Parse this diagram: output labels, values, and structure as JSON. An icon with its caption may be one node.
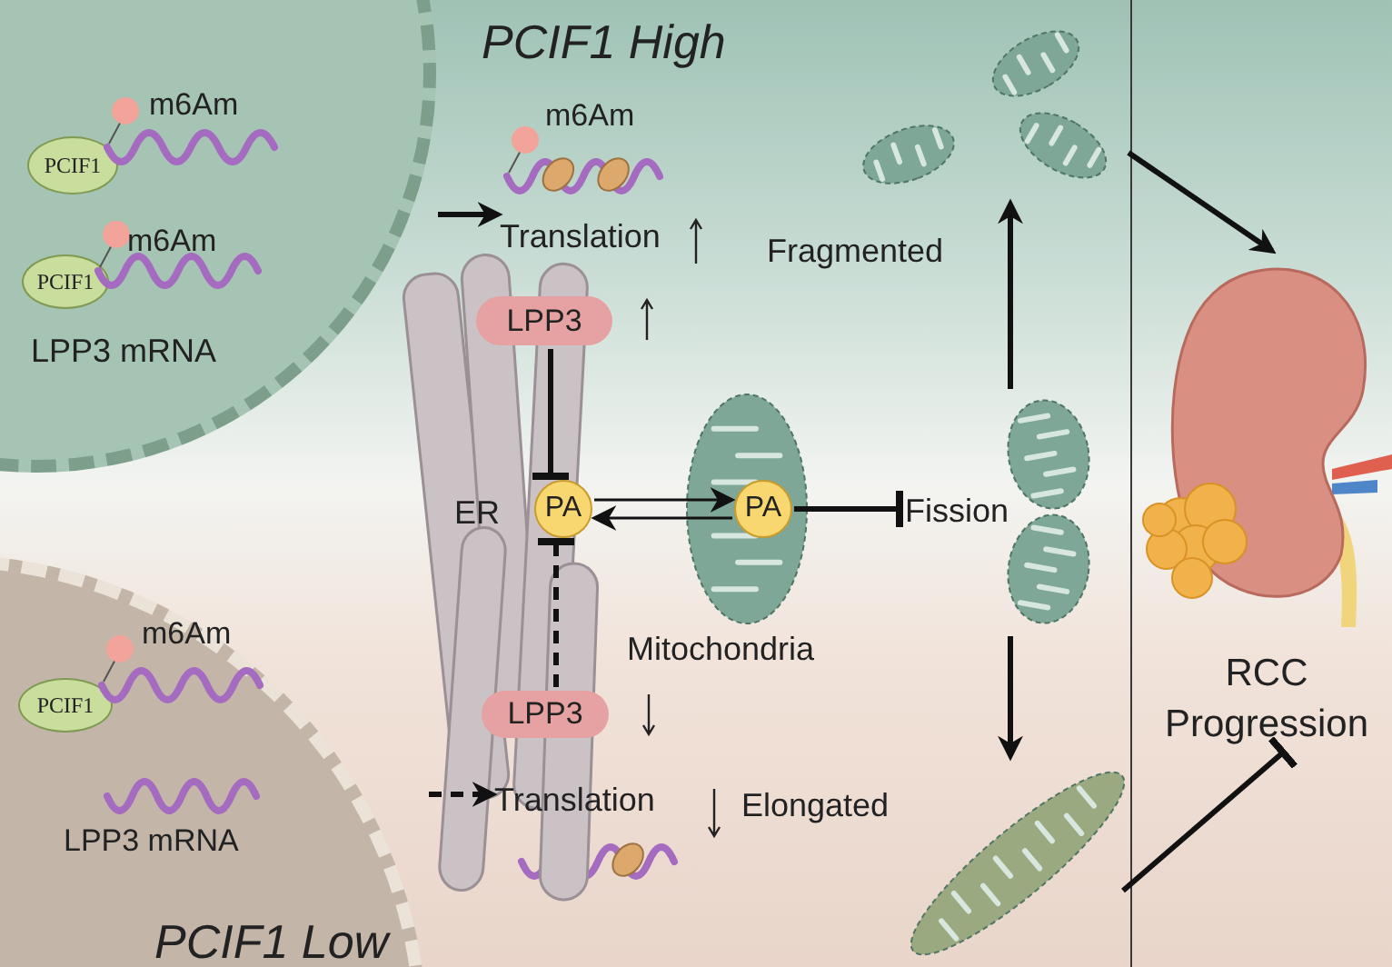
{
  "diagram": {
    "nodes": [
      {
        "text": [
          "PCIF1 High"
        ]
      },
      {
        "text": [
          "PCIF1"
        ],
        "in": 0
      },
      {
        "text": [
          "PCIF1"
        ],
        "in": 0,
        "beside": [
          "LPP3 mRNA"
        ]
      },
      {
        "text": [
          "Translation"
        ]
      },
      {
        "text": [
          "LPP3"
        ]
      },
      {
        "text": [],
        "shape": "picture",
        "beside": [
          "ER"
        ]
      },
      {
        "text": [
          "PA"
        ],
        "in": 5
      },
      {
        "text": [],
        "shape": "picture",
        "beside": [
          "Mitochondria"
        ]
      },
      {
        "text": [
          "PA"
        ],
        "in": 7
      },
      {
        "text": [],
        "shape": "picture",
        "beside": [
          "Fragmented"
        ]
      },
      {
        "text": [],
        "shape": "picture"
      },
      {
        "text": [
          "Fission"
        ]
      },
      {
        "text": [],
        "shape": "picture",
        "beside": [
          "Elongated"
        ]
      },
      {
        "text": [
          "RCC Progression"
        ]
      },
      {
        "text": [
          "PCIF1 Low"
        ]
      },
      {
        "text": [
          "PCIF1"
        ],
        "in": 14
      },
      {
        "text": [
          "LPP3"
        ]
      },
      {
        "text": [
          "Translation"
        ]
      }
    ],
    "edges": [
      {
        "from": 0,
        "to": 3,
        "arrow": "to"
      },
      {
        "from": 4,
        "to": 6,
        "arrow": "other"
      },
      {
        "from": 16,
        "to": 6,
        "arrow": "other",
        "style": "dashed"
      },
      {
        "from": 6,
        "to": 8,
        "arrow": "to"
      },
      {
        "from": 8,
        "to": 6,
        "arrow": "to"
      },
      {
        "from": 8,
        "to": 11,
        "arrow": "other"
      },
      {
        "from": 10,
        "to": 9,
        "arrow": "to"
      },
      {
        "from": 10,
        "to": 12,
        "arrow": "to"
      },
      {
        "from": 9,
        "to": 13,
        "arrow": "to"
      },
      {
        "from": 12,
        "to": 13,
        "arrow": "other"
      },
      {
        "from": 14,
        "to": 17,
        "arrow": "to",
        "style": "dashed"
      }
    ],
    "labels": [
      "m6Am",
      "m6Am",
      "m6Am",
      "m6Am",
      "LPP3 mRNA"
    ]
  }
}
